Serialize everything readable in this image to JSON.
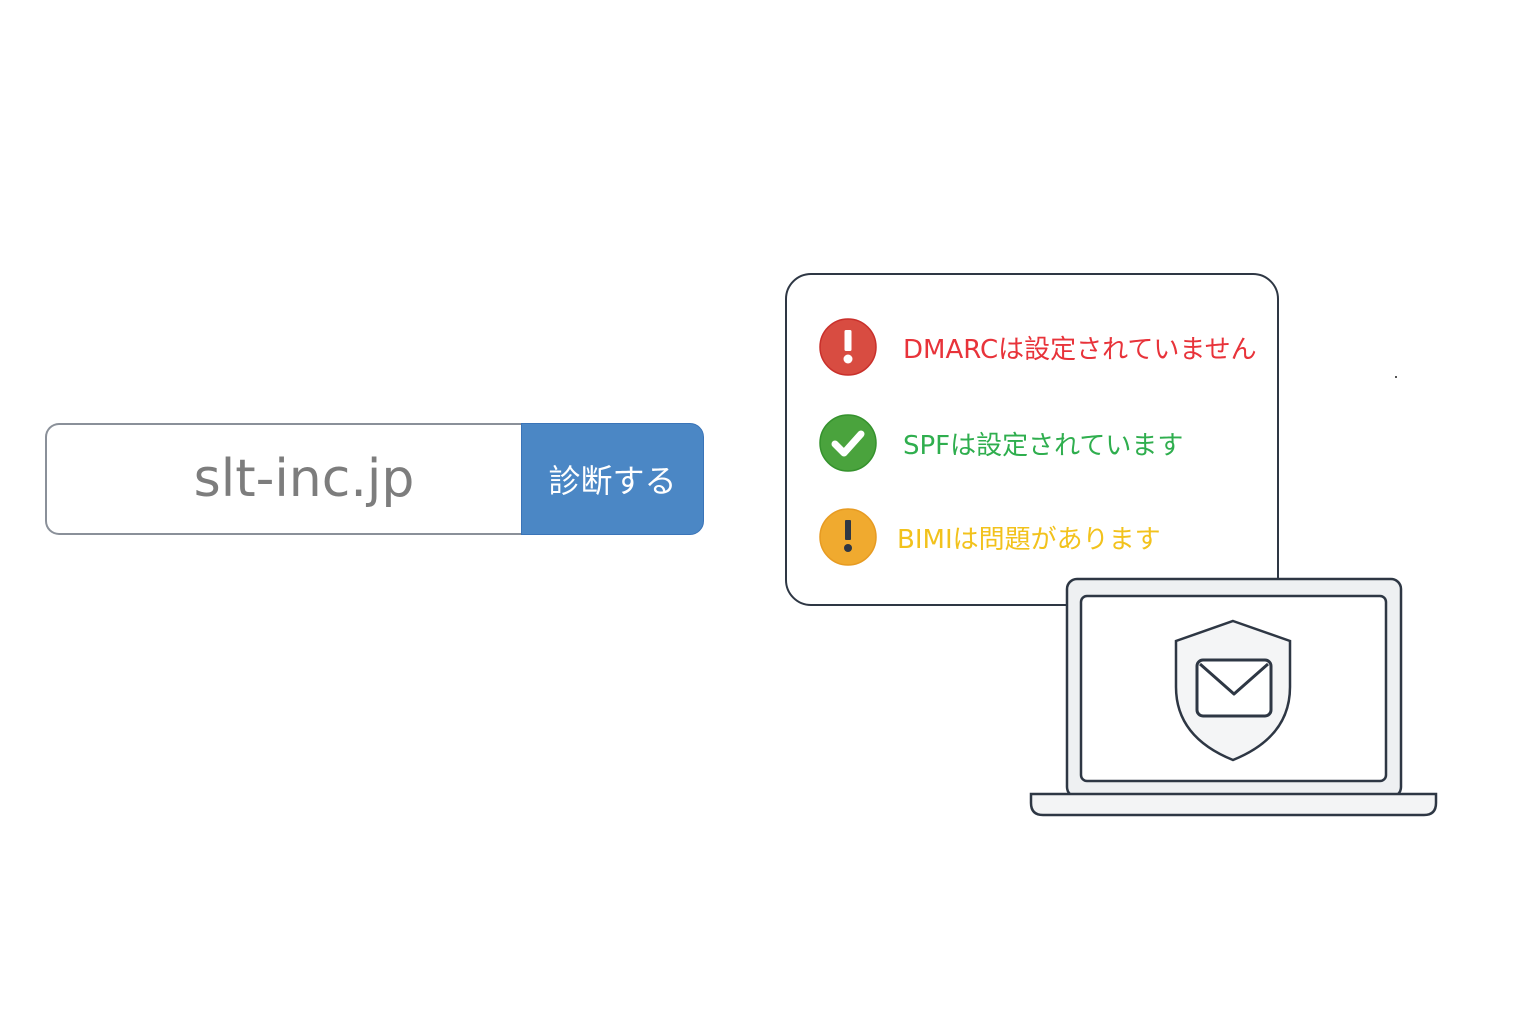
{
  "search": {
    "value": "slt-inc.jp",
    "button_label": "診断する",
    "button_color": "#4b87c5"
  },
  "results": [
    {
      "status": "error",
      "icon": "exclamation-icon",
      "text": "DMARCは設定されていません",
      "color": "#e8333a",
      "icon_color": "#d84c41"
    },
    {
      "status": "ok",
      "icon": "check-icon",
      "text": "SPFは設定されています",
      "color": "#2fae4e",
      "icon_color": "#4aa33d"
    },
    {
      "status": "warning",
      "icon": "exclamation-icon",
      "text": "BIMIは問題があります",
      "color": "#f2c21c",
      "icon_color": "#f0aa2f"
    }
  ],
  "illustration": {
    "icon": "laptop-shield-mail-icon"
  }
}
